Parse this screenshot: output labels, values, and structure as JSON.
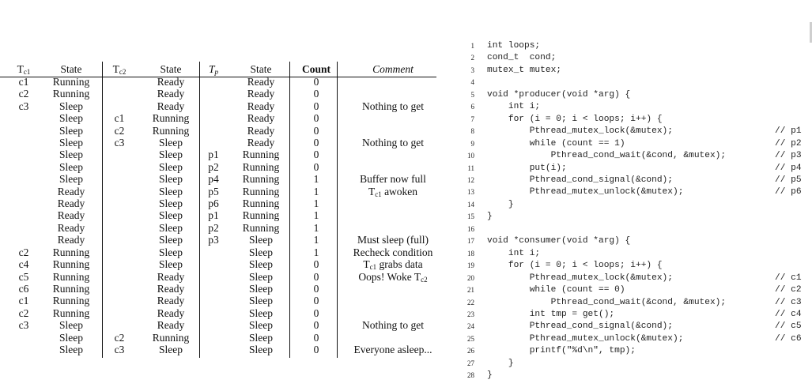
{
  "table": {
    "headers": {
      "tc1": {
        "base": "T",
        "sub": "c1"
      },
      "state1": "State",
      "tc2": {
        "base": "T",
        "sub": "c2"
      },
      "state2": "State",
      "tp": {
        "base": "T",
        "sub": "p"
      },
      "state3": "State",
      "count": "Count",
      "comment": "Comment"
    },
    "rows": [
      {
        "tc1": "c1",
        "s1": "Running",
        "tc2": "",
        "s2": "Ready",
        "tp": "",
        "s3": "Ready",
        "count": "0",
        "comment": ""
      },
      {
        "tc1": "c2",
        "s1": "Running",
        "tc2": "",
        "s2": "Ready",
        "tp": "",
        "s3": "Ready",
        "count": "0",
        "comment": ""
      },
      {
        "tc1": "c3",
        "s1": "Sleep",
        "tc2": "",
        "s2": "Ready",
        "tp": "",
        "s3": "Ready",
        "count": "0",
        "comment": "Nothing to get"
      },
      {
        "tc1": "",
        "s1": "Sleep",
        "tc2": "c1",
        "s2": "Running",
        "tp": "",
        "s3": "Ready",
        "count": "0",
        "comment": ""
      },
      {
        "tc1": "",
        "s1": "Sleep",
        "tc2": "c2",
        "s2": "Running",
        "tp": "",
        "s3": "Ready",
        "count": "0",
        "comment": ""
      },
      {
        "tc1": "",
        "s1": "Sleep",
        "tc2": "c3",
        "s2": "Sleep",
        "tp": "",
        "s3": "Ready",
        "count": "0",
        "comment": "Nothing to get"
      },
      {
        "tc1": "",
        "s1": "Sleep",
        "tc2": "",
        "s2": "Sleep",
        "tp": "p1",
        "s3": "Running",
        "count": "0",
        "comment": ""
      },
      {
        "tc1": "",
        "s1": "Sleep",
        "tc2": "",
        "s2": "Sleep",
        "tp": "p2",
        "s3": "Running",
        "count": "0",
        "comment": ""
      },
      {
        "tc1": "",
        "s1": "Sleep",
        "tc2": "",
        "s2": "Sleep",
        "tp": "p4",
        "s3": "Running",
        "count": "1",
        "comment": "Buffer now full"
      },
      {
        "tc1": "",
        "s1": "Ready",
        "tc2": "",
        "s2": "Sleep",
        "tp": "p5",
        "s3": "Running",
        "count": "1",
        "comment": "T{c1} awoken"
      },
      {
        "tc1": "",
        "s1": "Ready",
        "tc2": "",
        "s2": "Sleep",
        "tp": "p6",
        "s3": "Running",
        "count": "1",
        "comment": ""
      },
      {
        "tc1": "",
        "s1": "Ready",
        "tc2": "",
        "s2": "Sleep",
        "tp": "p1",
        "s3": "Running",
        "count": "1",
        "comment": ""
      },
      {
        "tc1": "",
        "s1": "Ready",
        "tc2": "",
        "s2": "Sleep",
        "tp": "p2",
        "s3": "Running",
        "count": "1",
        "comment": ""
      },
      {
        "tc1": "",
        "s1": "Ready",
        "tc2": "",
        "s2": "Sleep",
        "tp": "p3",
        "s3": "Sleep",
        "count": "1",
        "comment": "Must sleep (full)"
      },
      {
        "tc1": "c2",
        "s1": "Running",
        "tc2": "",
        "s2": "Sleep",
        "tp": "",
        "s3": "Sleep",
        "count": "1",
        "comment": "Recheck condition"
      },
      {
        "tc1": "c4",
        "s1": "Running",
        "tc2": "",
        "s2": "Sleep",
        "tp": "",
        "s3": "Sleep",
        "count": "0",
        "comment": "T{c1} grabs data"
      },
      {
        "tc1": "c5",
        "s1": "Running",
        "tc2": "",
        "s2": "Ready",
        "tp": "",
        "s3": "Sleep",
        "count": "0",
        "comment": "Oops! Woke T{c2}"
      },
      {
        "tc1": "c6",
        "s1": "Running",
        "tc2": "",
        "s2": "Ready",
        "tp": "",
        "s3": "Sleep",
        "count": "0",
        "comment": ""
      },
      {
        "tc1": "c1",
        "s1": "Running",
        "tc2": "",
        "s2": "Ready",
        "tp": "",
        "s3": "Sleep",
        "count": "0",
        "comment": ""
      },
      {
        "tc1": "c2",
        "s1": "Running",
        "tc2": "",
        "s2": "Ready",
        "tp": "",
        "s3": "Sleep",
        "count": "0",
        "comment": ""
      },
      {
        "tc1": "c3",
        "s1": "Sleep",
        "tc2": "",
        "s2": "Ready",
        "tp": "",
        "s3": "Sleep",
        "count": "0",
        "comment": "Nothing to get"
      },
      {
        "tc1": "",
        "s1": "Sleep",
        "tc2": "c2",
        "s2": "Running",
        "tp": "",
        "s3": "Sleep",
        "count": "0",
        "comment": ""
      },
      {
        "tc1": "",
        "s1": "Sleep",
        "tc2": "c3",
        "s2": "Sleep",
        "tp": "",
        "s3": "Sleep",
        "count": "0",
        "comment": "Everyone asleep..."
      }
    ]
  },
  "code": {
    "lines": [
      {
        "n": "1",
        "code": "int loops;",
        "comment": ""
      },
      {
        "n": "2",
        "code": "cond_t  cond;",
        "comment": ""
      },
      {
        "n": "3",
        "code": "mutex_t mutex;",
        "comment": ""
      },
      {
        "n": "4",
        "code": "",
        "comment": ""
      },
      {
        "n": "5",
        "code": "void *producer(void *arg) {",
        "comment": ""
      },
      {
        "n": "6",
        "code": "    int i;",
        "comment": ""
      },
      {
        "n": "7",
        "code": "    for (i = 0; i < loops; i++) {",
        "comment": ""
      },
      {
        "n": "8",
        "code": "        Pthread_mutex_lock(&mutex);",
        "comment": "// p1"
      },
      {
        "n": "9",
        "code": "        while (count == 1)",
        "comment": "// p2"
      },
      {
        "n": "10",
        "code": "            Pthread_cond_wait(&cond, &mutex);",
        "comment": "// p3"
      },
      {
        "n": "11",
        "code": "        put(i);",
        "comment": "// p4"
      },
      {
        "n": "12",
        "code": "        Pthread_cond_signal(&cond);",
        "comment": "// p5"
      },
      {
        "n": "13",
        "code": "        Pthread_mutex_unlock(&mutex);",
        "comment": "// p6"
      },
      {
        "n": "14",
        "code": "    }",
        "comment": ""
      },
      {
        "n": "15",
        "code": "}",
        "comment": ""
      },
      {
        "n": "16",
        "code": "",
        "comment": ""
      },
      {
        "n": "17",
        "code": "void *consumer(void *arg) {",
        "comment": ""
      },
      {
        "n": "18",
        "code": "    int i;",
        "comment": ""
      },
      {
        "n": "19",
        "code": "    for (i = 0; i < loops; i++) {",
        "comment": ""
      },
      {
        "n": "20",
        "code": "        Pthread_mutex_lock(&mutex);",
        "comment": "// c1"
      },
      {
        "n": "21",
        "code": "        while (count == 0)",
        "comment": "// c2"
      },
      {
        "n": "22",
        "code": "            Pthread_cond_wait(&cond, &mutex);",
        "comment": "// c3"
      },
      {
        "n": "23",
        "code": "        int tmp = get();",
        "comment": "// c4"
      },
      {
        "n": "24",
        "code": "        Pthread_cond_signal(&cond);",
        "comment": "// c5"
      },
      {
        "n": "25",
        "code": "        Pthread_mutex_unlock(&mutex);",
        "comment": "// c6"
      },
      {
        "n": "26",
        "code": "        printf(\"%d\\n\", tmp);",
        "comment": ""
      },
      {
        "n": "27",
        "code": "    }",
        "comment": ""
      },
      {
        "n": "28",
        "code": "}",
        "comment": ""
      }
    ]
  }
}
